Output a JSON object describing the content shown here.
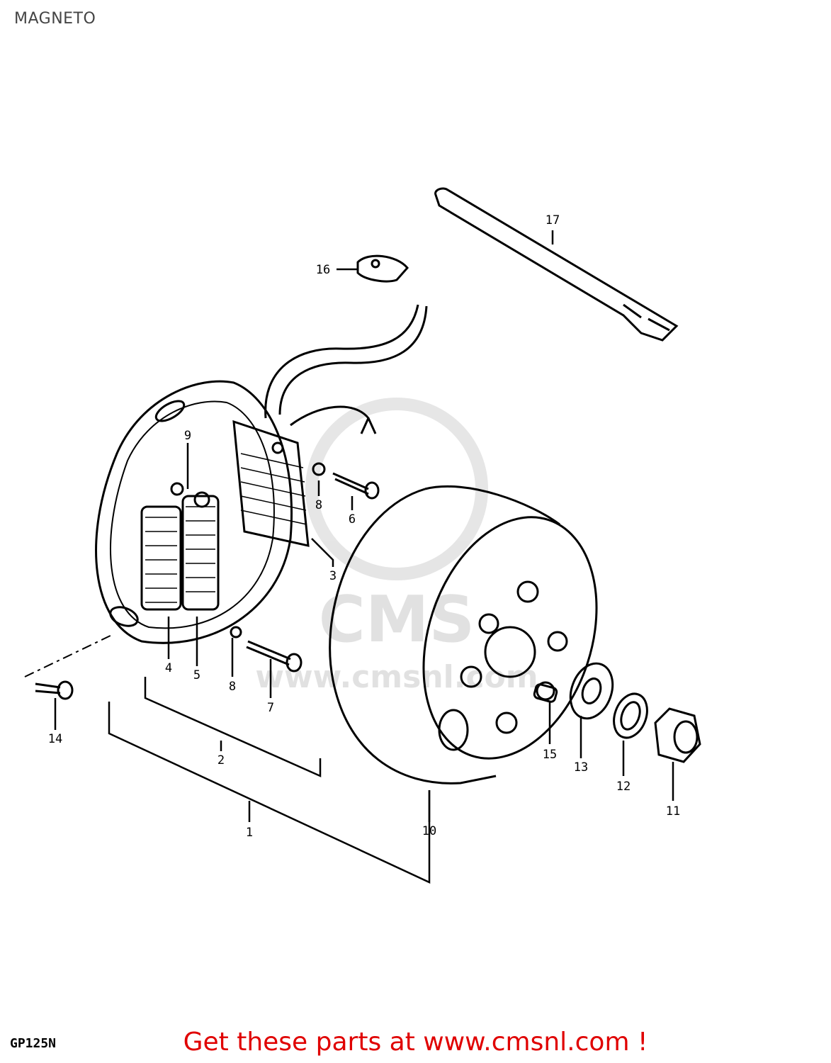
{
  "title": "MAGNETO",
  "model_code": "GP125N",
  "promo": {
    "text": "Get these parts at www.cmsnl.com !"
  },
  "watermark": {
    "logo_text": "CMS",
    "url_text": "www.cmsnl.com"
  },
  "callouts": [
    "1",
    "2",
    "3",
    "4",
    "5",
    "6",
    "7",
    "8",
    "8",
    "9",
    "10",
    "11",
    "12",
    "13",
    "14",
    "15",
    "16",
    "17"
  ]
}
